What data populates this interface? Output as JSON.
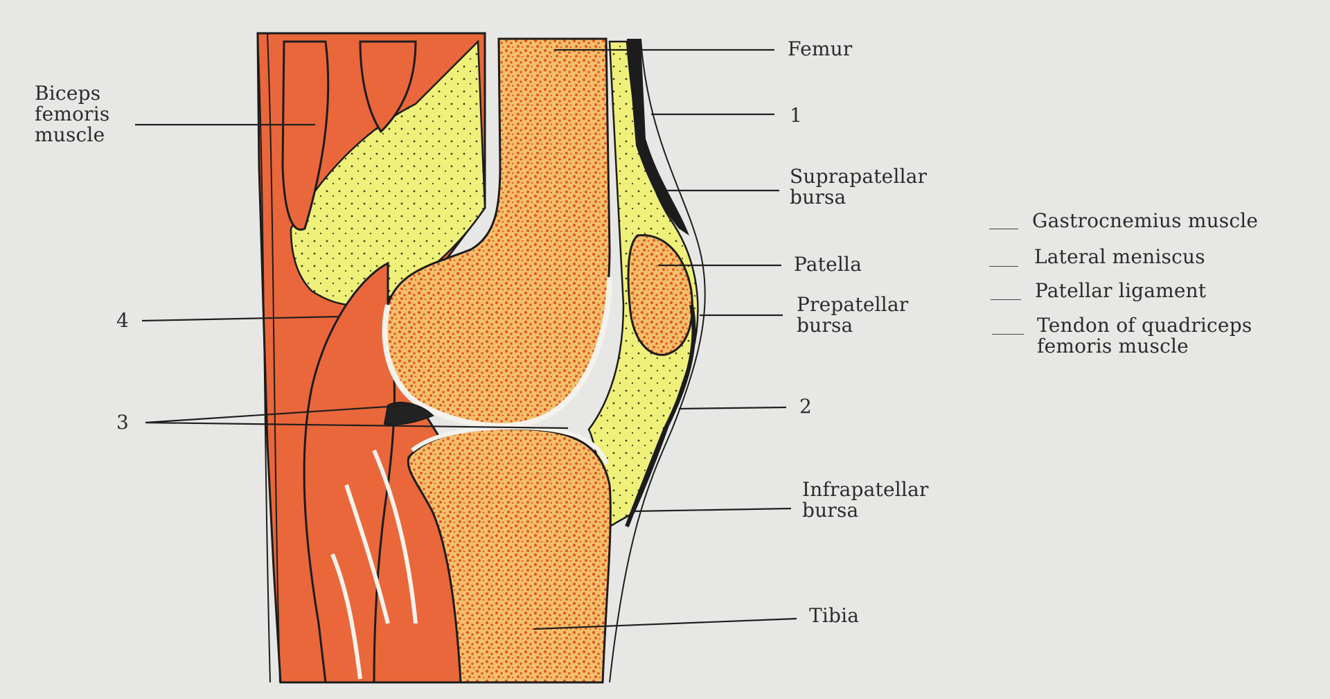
{
  "colors": {
    "background": "#e7e7e5",
    "bone": "#f3c06a",
    "bone_speckle": "#e4552a",
    "muscle": "#e9673a",
    "fat": "#eef07a",
    "outline": "#1c1c1c",
    "leader_line": "#1f1f1f"
  },
  "labels": {
    "biceps_femoris": "Biceps\nfemoris\nmuscle",
    "num_4": "4",
    "num_3": "3",
    "femur": "Femur",
    "num_1": "1",
    "suprapatellar": "Suprapatellar\nbursa",
    "patella": "Patella",
    "prepatellar": "Prepatellar\nbursa",
    "num_2": "2",
    "infrapatellar": "Infrapatellar\nbursa",
    "tibia": "Tibia"
  },
  "answer_bank": [
    "Gastrocnemius muscle",
    "Lateral meniscus",
    "Patellar ligament",
    "Tendon of quadriceps\nfemoris muscle"
  ]
}
